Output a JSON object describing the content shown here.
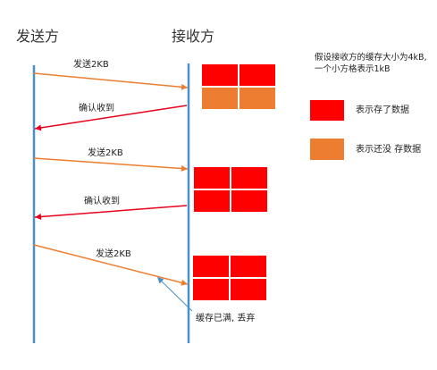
{
  "sender": {
    "title": "发送方"
  },
  "receiver": {
    "title": "接收方"
  },
  "note": "假设接收方的缓存大小为4kB,\n一个小方格表示1kB",
  "legend": [
    {
      "label": "表示存了数据",
      "color": "#ff0000"
    },
    {
      "label": "表示还没 存数据",
      "color": "#ed7d31"
    }
  ],
  "messages": [
    {
      "label": "发送2KB",
      "color": "#ed7d31"
    },
    {
      "label": "确认收到",
      "color": "#e8001a"
    },
    {
      "label": "发送2KB",
      "color": "#ed7d31"
    },
    {
      "label": "确认收到",
      "color": "#e8001a"
    },
    {
      "label": "发送2KB",
      "color": "#ed7d31"
    }
  ],
  "buffers": [
    {
      "cells": [
        "#ff0000",
        "#ff0000",
        "#ed7d31",
        "#ed7d31"
      ]
    },
    {
      "cells": [
        "#ff0000",
        "#ff0000",
        "#ff0000",
        "#ff0000"
      ]
    },
    {
      "cells": [
        "#ff0000",
        "#ff0000",
        "#ff0000",
        "#ff0000"
      ]
    }
  ],
  "drop_note": "缓存已满, 丢弃",
  "lifeline_color": "#4a90c8"
}
